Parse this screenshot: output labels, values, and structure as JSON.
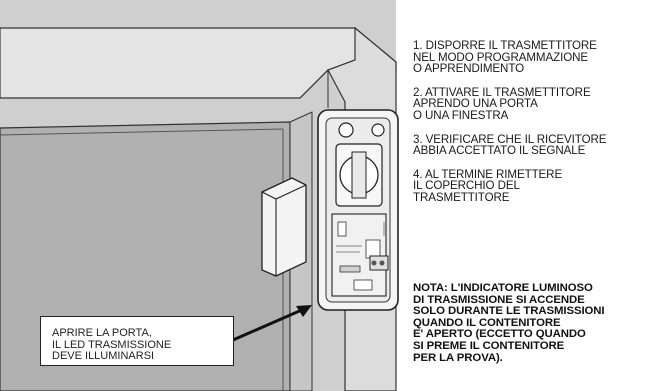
{
  "steps": [
    "1. DISPORRE IL TRASMETTITORE\nNEL MODO PROGRAMMAZIONE\nO APPRENDIMENTO",
    "2. ATTIVARE IL TRASMETTITORE\nAPRENDO UNA PORTA\nO UNA FINESTRA",
    "3. VERIFICARE CHE IL RICEVITORE\nABBIA ACCETTATO IL SEGNALE",
    "4. AL TERMINE RIMETTERE\nIL COPERCHIO DEL\nTRASMETTITORE"
  ],
  "note": "NOTA: L'INDICATORE LUMINOSO\nDI TRASMISSIONE SI ACCENDE\nSOLO DURANTE LE TRASMISSIONI\nQUANDO IL CONTENITORE\nE' APERTO (ECCETTO QUANDO\nSI PREME IL CONTENITORE\nPER LA PROVA).",
  "callout": "APRIRE LA PORTA,\nIL LED TRASMISSIONE\nDEVE ILLUMINARSI",
  "colors": {
    "wall": "#cfcfcf",
    "frame": "#e3e3e3",
    "door": "#a9a9a9",
    "line": "#222222"
  }
}
